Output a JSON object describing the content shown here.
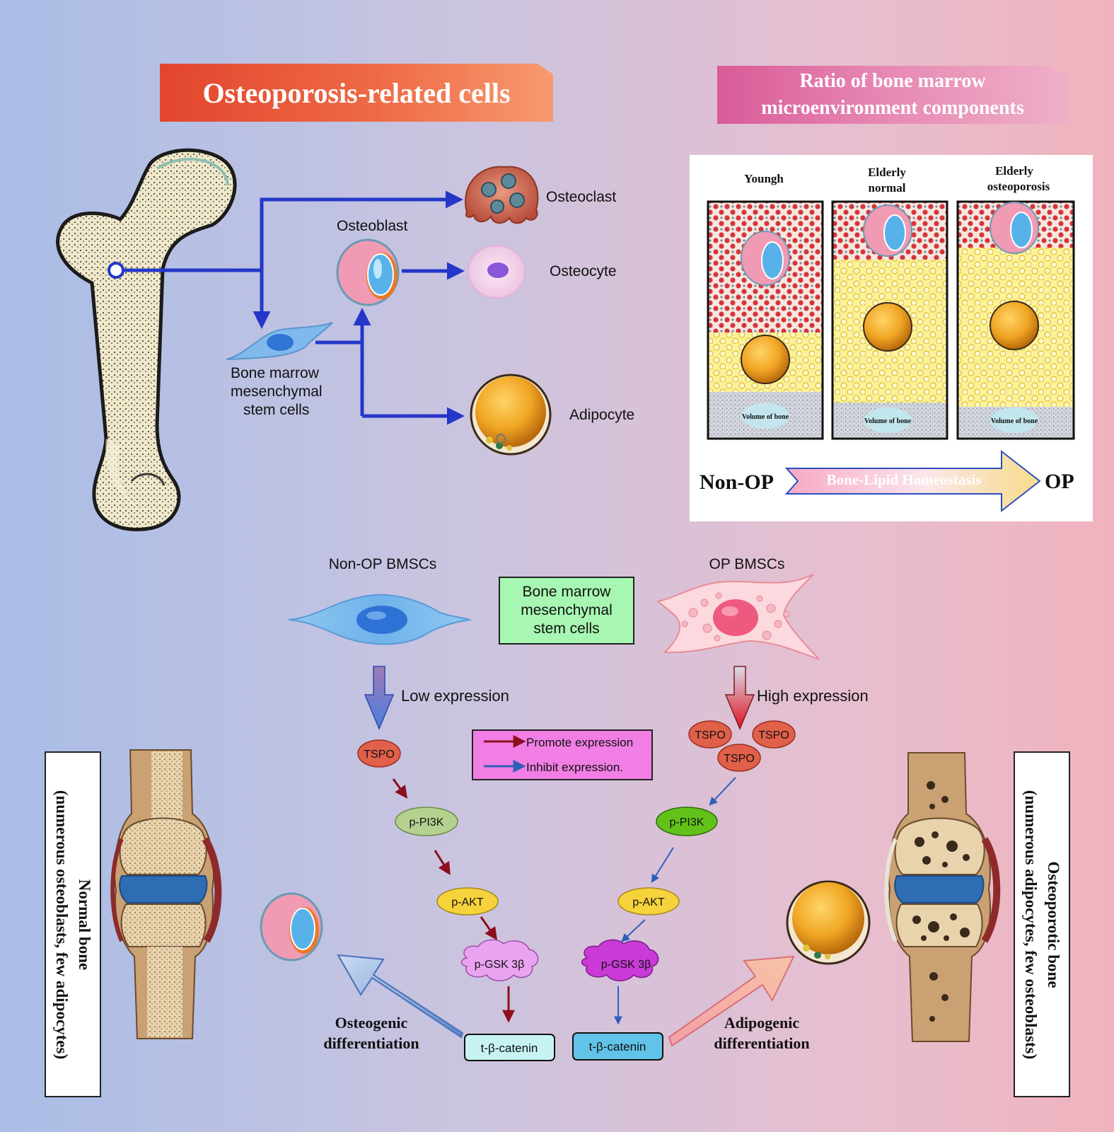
{
  "banners": {
    "cells_title": "Osteoporosis-related cells",
    "ratio_title_line1": "Ratio of bone marrow",
    "ratio_title_line2": "microenvironment components"
  },
  "top_cells": {
    "osteoclast": "Osteoclast",
    "osteoblast": "Osteoblast",
    "osteocyte": "Osteocyte",
    "adipocyte": "Adipocyte",
    "bmsc_lines": [
      "Bone marrow",
      "mesenchymal",
      "stem cells"
    ]
  },
  "ratio_panel": {
    "columns": [
      {
        "label_lines": [
          "Youngh"
        ],
        "bone_label": "Volume of bone"
      },
      {
        "label_lines": [
          "Elderly",
          "normal"
        ],
        "bone_label": "Volume of bone"
      },
      {
        "label_lines": [
          "Elderly",
          "osteoporosis"
        ],
        "bone_label": "Volume of bone"
      }
    ],
    "left_label": "Non-OP",
    "arrow_label": "Bone-Lipid Homeostasis",
    "right_label": "OP"
  },
  "pathway": {
    "nonop_title": "Non-OP BMSCs",
    "op_title": "OP BMSCs",
    "center_box_lines": [
      "Bone marrow",
      "mesenchymal",
      "stem cells"
    ],
    "low_expression": "Low expression",
    "high_expression": "High expression",
    "legend": {
      "promote": "Promote expression",
      "inhibit": "Inhibit expression."
    },
    "left_nodes": {
      "tspo": "TSPO",
      "pi3k": "p-PI3K",
      "akt": "p-AKT",
      "gsk": "p-GSK 3β",
      "catenin": "t-β-catenin"
    },
    "right_nodes": {
      "tspo": "TSPO",
      "pi3k": "p-PI3K",
      "akt": "p-AKT",
      "gsk": "p-GSK 3β",
      "catenin": "t-β-catenin"
    },
    "osteogenic": [
      "Osteogenic",
      "differentiation"
    ],
    "adipogenic": [
      "Adipogenic",
      "differentiation"
    ]
  },
  "side_boxes": {
    "left_lines": [
      "Normal bone",
      "(numerous osteoblasts, few adipocytes)"
    ],
    "right_lines": [
      "Osteoporotic bone",
      "(numerous adipocytes, few osteoblasts)"
    ]
  },
  "colors": {
    "arrow_blue": "#2437c9",
    "promote_red": "#8b0f1c",
    "inhibit_blue": "#2f5fb8",
    "tspo_fill": "#e0604a",
    "pi3k_left": "#b5d18f",
    "pi3k_right": "#63c21a",
    "akt_fill": "#f6d33c",
    "gsk_left": "#e9a3f0",
    "gsk_right": "#c93ad6",
    "catenin_left": "#c7f3f3",
    "catenin_right": "#62c3e8"
  }
}
